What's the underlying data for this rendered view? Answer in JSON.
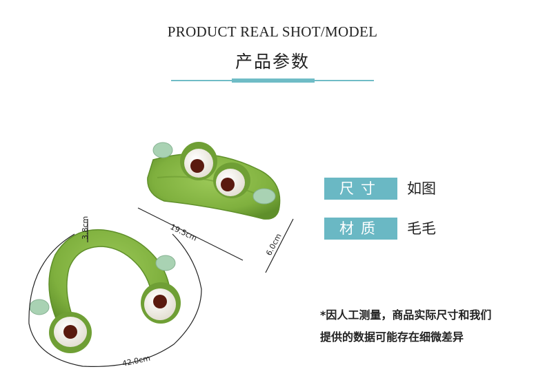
{
  "header": {
    "title_en": "PRODUCT REAL SHOT/MODEL",
    "title_cn": "产品参数"
  },
  "specs": [
    {
      "label": "尺寸",
      "value": "如图"
    },
    {
      "label": "材质",
      "value": "毛毛"
    }
  ],
  "note": {
    "line1": "*因人工测量，商品实际尺寸和我们",
    "line2": "提供的数据可能存在细微差异"
  },
  "dimensions": {
    "band_length": "19.5cm",
    "band_width": "6.0cm",
    "thickness": "3.8cm",
    "circumference": "42.0cm"
  },
  "colors": {
    "accent": "#6ab8c4",
    "fur_green": "#7fb03e",
    "leaf_mint": "#a9d2b3"
  }
}
